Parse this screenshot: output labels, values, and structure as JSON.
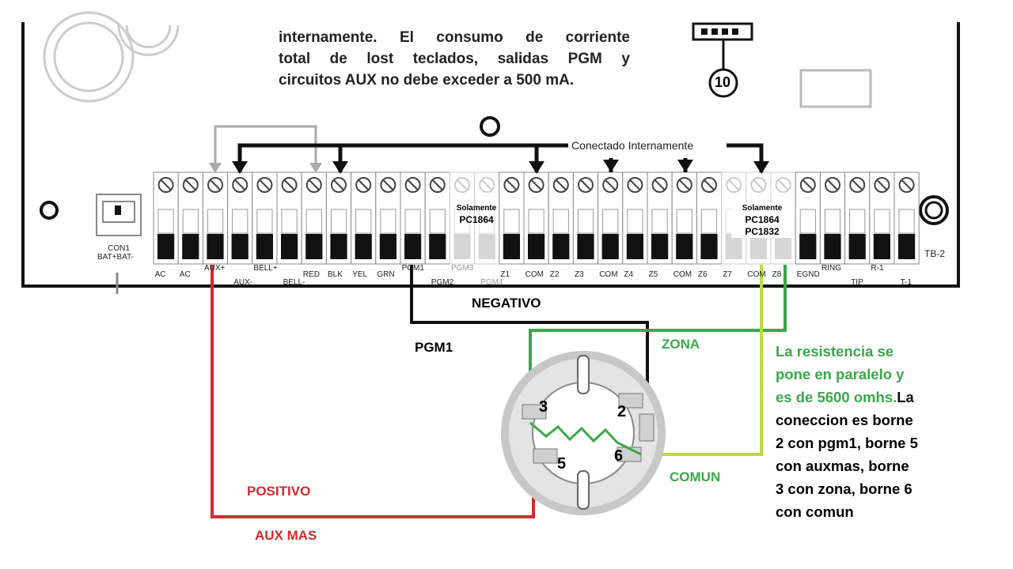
{
  "note_lines": [
    "internamente. El consumo de corriente",
    "total de lost teclados, salidas PGM y",
    "circuitos AUX no debe exceder a 500 mA."
  ],
  "callout_number": "10",
  "internal_label": "Conectado Internamente",
  "con1": [
    "CON1",
    "BAT+BAT-"
  ],
  "tb_label": "TB-2",
  "terminal_labels": [
    "AC",
    "AC",
    "AUX+",
    "AUX-",
    "BELL+",
    "BELL-",
    "RED",
    "BLK",
    "YEL",
    "GRN",
    "PGM1",
    "PGM2",
    "PGM3",
    "PGM4",
    "Z1",
    "COM",
    "Z2",
    "Z3",
    "COM",
    "Z4",
    "Z5",
    "COM",
    "Z6",
    "Z7",
    "COM",
    "Z8",
    "EGND",
    "RING",
    "TIP",
    "R-1",
    "T-1"
  ],
  "only_box_1": [
    "Solamente",
    "PC1864"
  ],
  "only_box_2": [
    "Solamente",
    "PC1864",
    "PC1832"
  ],
  "wire_labels": {
    "negativo": "NEGATIVO",
    "pgm1": "PGM1",
    "zona": "ZONA",
    "comun": "COMUN",
    "positivo": "POSITIVO",
    "aux_mas": "AUX MAS"
  },
  "detector_terminals": [
    "3",
    "2",
    "5",
    "6"
  ],
  "explanation_green": [
    "La resistencia se",
    "pone en paralelo y",
    "es de 5600 omhs."
  ],
  "explanation_black": [
    "La",
    "coneccion es borne",
    "2 con pgm1, borne 5",
    "con auxmas, borne",
    "3 con zona, borne 6",
    "con comun"
  ],
  "colors": {
    "positive_wire": "#d42a2a",
    "zone_wire": "#3aa84a",
    "common_wire": "#b8dc3c",
    "negative_wire": "#111111",
    "label_red": "#d42a2a",
    "label_green": "#3aa84a"
  }
}
